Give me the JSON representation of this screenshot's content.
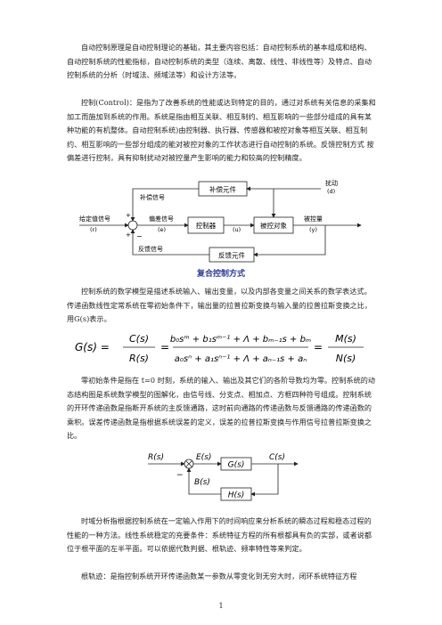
{
  "paragraphs": [
    "自动控制原理是自动控制理论的基础，其主要内容包括：自动控制系统的基本组成和结构、自动控制系统的性能指标，自动控制系统的类型（连续、离散、线性、非线性等）及特点、自动控制系统的分析（时域法、频域法等）和设计方法等。",
    "控制(Control)：是指为了改善系统的性能或达到特定的目的，通过对系统有关信息的采集和加工而施加到系统的作用。系统是指由相互关联、相互制约、相互影响的一些部分组成的具有某种功能的有机整体。自动控制系统)由控制器、执行器、传感器和被控对象等相互关联、相互制约、相互影响的一些部分组成的能对被控对象的工作状态进行自动控制的系统。反馈控制方式 按偏差进行控制，具有抑制扰动对被控量产生影响的能力和较高的控制精度。",
    "控制系统的数学模型是描述系统输入、输出变量，以及内部各变量之间关系的数学表达式。传递函数线性定常系统在零初始条件下，输出量的拉普拉斯变换与输入量的拉普拉斯变换之比，用G(s)表示。",
    "零初始条件是指在 t=0 时刻，系统的输入、输出及其它们的各阶导数均为零。控制系统的动态结构图是系统数学模型的图解化，由信号线、分支点、相加点、方框四种符号组成。控制系统的开环传递函数是指断开系统的主反馈通路，这时前向通路的传递函数与反馈通路的传递函数的乘积。误差传递函数是指根据系统误差的定义，误差的拉普拉斯变换与作用信号拉普拉斯变换之比。",
    "时域分析指根据控制系统在一定输入作用下的时间响应来分析系统的瞬态过程和稳态过程的性能的一种方法。线性系统稳定的充要条件：系统特征方程的所有根都具有负的实部，或者说都位于根平面的左半平面。可以依据代数判据、根轨迹、频率特性等来判定。",
    "根轨迹：是指控制系统开环传递函数某一参数从零变化到无穷大时，闭环系统特征方程"
  ],
  "figure1": {
    "caption": "复合控制方式",
    "blocks": {
      "compensator": "补偿元件",
      "controller": "控制器",
      "plant": "被控对象",
      "feedback": "反馈元件"
    },
    "signals": {
      "disturbance": "扰动",
      "disturbance_sym": "(d)",
      "comp_signal": "补偿信号",
      "setpoint": "给定值信号",
      "setpoint_sym": "(r)",
      "error": "偏差信号",
      "error_sym": "(e)",
      "control_sym": "(u)",
      "output": "被控量",
      "output_sym": "(y)",
      "feedback": "反馈信号",
      "plus": "+",
      "minus": "−"
    }
  },
  "formula": {
    "lhs": "G(s) =",
    "num1": "C(s)",
    "den1": "R(s)",
    "num2": "b₀sᵐ + b₁sᵐ⁻¹ + Λ + bₘ₋₁s + bₘ",
    "den2": "a₀sⁿ + a₁sⁿ⁻¹ + Λ + aₙ₋₁s + aₙ",
    "num3": "M(s)",
    "den3": "N(s)",
    "eq": "="
  },
  "figure2": {
    "input": "R(s)",
    "error": "E(s)",
    "forward": "G(s)",
    "output": "C(s)",
    "feedback_signal": "B(s)",
    "feedback": "H(s)",
    "minus": "−"
  },
  "page_number": "1"
}
